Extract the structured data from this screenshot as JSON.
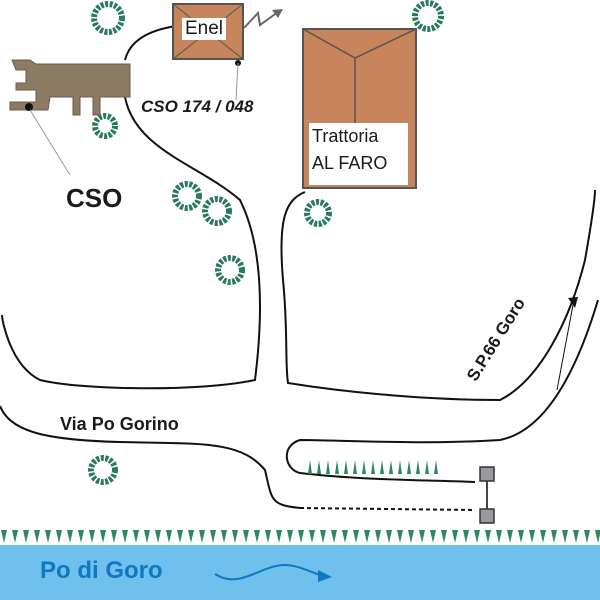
{
  "map": {
    "labels": {
      "cso": "CSO",
      "cso_code": "CSO 174 / 048",
      "enel": "Enel",
      "trattoria_line1": "Trattoria",
      "trattoria_line2": "AL FARO",
      "via": "Via Po Gorino",
      "road": "S.P.66  Goro",
      "river": "Po di Goro"
    },
    "colors": {
      "river": "#6fc0ec",
      "river_text": "#0e78c0",
      "building_cso": "#8c7a63",
      "building_roof": "#c8845a",
      "tree": "#2a7a5a",
      "reed": "#2a8a5a",
      "gate": "#9a9a9e"
    }
  }
}
